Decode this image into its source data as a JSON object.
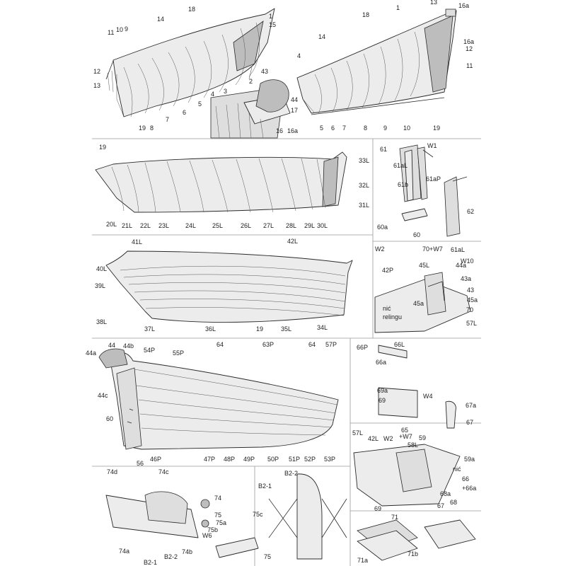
{
  "panels": {
    "frames_left": [
      {
        "t": "18"
      },
      {
        "t": "14"
      },
      {
        "t": "1"
      },
      {
        "t": "15"
      },
      {
        "t": "11"
      },
      {
        "t": "10"
      },
      {
        "t": "9"
      },
      {
        "t": "12"
      },
      {
        "t": "13"
      },
      {
        "t": "2"
      },
      {
        "t": "3"
      },
      {
        "t": "4"
      },
      {
        "t": "5"
      },
      {
        "t": "6"
      },
      {
        "t": "7"
      },
      {
        "t": "8"
      },
      {
        "t": "19"
      }
    ],
    "frames_right": [
      {
        "t": "18"
      },
      {
        "t": "1"
      },
      {
        "t": "13"
      },
      {
        "t": "16a"
      },
      {
        "t": "16a"
      },
      {
        "t": "12"
      },
      {
        "t": "14"
      },
      {
        "t": "4"
      },
      {
        "t": "11"
      },
      {
        "t": "5"
      },
      {
        "t": "6"
      },
      {
        "t": "7"
      },
      {
        "t": "8"
      },
      {
        "t": "9"
      },
      {
        "t": "10"
      },
      {
        "t": "19"
      }
    ],
    "bow_detail": [
      {
        "t": "43"
      },
      {
        "t": "44"
      },
      {
        "t": "17"
      },
      {
        "t": "16"
      },
      {
        "t": "16a"
      }
    ],
    "bottom_planks": [
      {
        "t": "19"
      },
      {
        "t": "33L"
      },
      {
        "t": "32L"
      },
      {
        "t": "31L"
      },
      {
        "t": "20L"
      },
      {
        "t": "21L"
      },
      {
        "t": "22L"
      },
      {
        "t": "23L"
      },
      {
        "t": "24L"
      },
      {
        "t": "25L"
      },
      {
        "t": "26L"
      },
      {
        "t": "27L"
      },
      {
        "t": "28L"
      },
      {
        "t": "29L"
      },
      {
        "t": "30L"
      }
    ],
    "rudder_parts": [
      {
        "t": "61"
      },
      {
        "t": "W1"
      },
      {
        "t": "61aL"
      },
      {
        "t": "61b"
      },
      {
        "t": "61aP"
      },
      {
        "t": "62"
      },
      {
        "t": "60a"
      },
      {
        "t": "60"
      }
    ],
    "side_planks_left": [
      {
        "t": "41L"
      },
      {
        "t": "42L"
      },
      {
        "t": "40L"
      },
      {
        "t": "39L"
      },
      {
        "t": "38L"
      },
      {
        "t": "37L"
      },
      {
        "t": "36L"
      },
      {
        "t": "19"
      },
      {
        "t": "35L"
      },
      {
        "t": "34L"
      }
    ],
    "stern_rail": [
      {
        "t": "W2"
      },
      {
        "t": "70+W7"
      },
      {
        "t": "61aL"
      },
      {
        "t": "42P"
      },
      {
        "t": "45L"
      },
      {
        "t": "44a"
      },
      {
        "t": "W10"
      },
      {
        "t": "43a"
      },
      {
        "t": "43"
      },
      {
        "t": "45a"
      },
      {
        "t": "45a"
      },
      {
        "t": "nić"
      },
      {
        "t": "relingu"
      },
      {
        "t": "70"
      },
      {
        "t": "57L"
      }
    ],
    "side_planks_right": [
      {
        "t": "44"
      },
      {
        "t": "44b"
      },
      {
        "t": "44a"
      },
      {
        "t": "54P"
      },
      {
        "t": "55P"
      },
      {
        "t": "64"
      },
      {
        "t": "63P"
      },
      {
        "t": "64"
      },
      {
        "t": "57P"
      },
      {
        "t": "44c"
      },
      {
        "t": "60"
      },
      {
        "t": "56"
      },
      {
        "t": "46P"
      },
      {
        "t": "47P"
      },
      {
        "t": "48P"
      },
      {
        "t": "49P"
      },
      {
        "t": "50P"
      },
      {
        "t": "51P"
      },
      {
        "t": "52P"
      },
      {
        "t": "53P"
      }
    ],
    "fittings": [
      {
        "t": "66P"
      },
      {
        "t": "66L"
      },
      {
        "t": "66a"
      },
      {
        "t": "69a"
      },
      {
        "t": "W4"
      },
      {
        "t": "69"
      },
      {
        "t": "67a"
      },
      {
        "t": "67"
      }
    ],
    "interior": [
      {
        "t": "57L"
      },
      {
        "t": "42L"
      },
      {
        "t": "W2"
      },
      {
        "t": "65"
      },
      {
        "t": "+W7"
      },
      {
        "t": "58L"
      },
      {
        "t": "59"
      },
      {
        "t": "59a"
      },
      {
        "t": "nić"
      },
      {
        "t": "66"
      },
      {
        "t": "+66a"
      },
      {
        "t": "68a"
      },
      {
        "t": "68"
      },
      {
        "t": "67"
      },
      {
        "t": "69"
      }
    ],
    "pump": [
      {
        "t": "74d"
      },
      {
        "t": "74c"
      },
      {
        "t": "74"
      },
      {
        "t": "75"
      },
      {
        "t": "75a"
      },
      {
        "t": "75b"
      },
      {
        "t": "W6"
      },
      {
        "t": "75c"
      },
      {
        "t": "75"
      },
      {
        "t": "74a"
      },
      {
        "t": "74b"
      },
      {
        "t": "B2-1"
      },
      {
        "t": "B2-2"
      }
    ],
    "top_view": [
      {
        "t": "B2-2"
      },
      {
        "t": "B2-1"
      }
    ],
    "grating": [
      {
        "t": "71"
      },
      {
        "t": "71a"
      },
      {
        "t": "71b"
      }
    ]
  }
}
